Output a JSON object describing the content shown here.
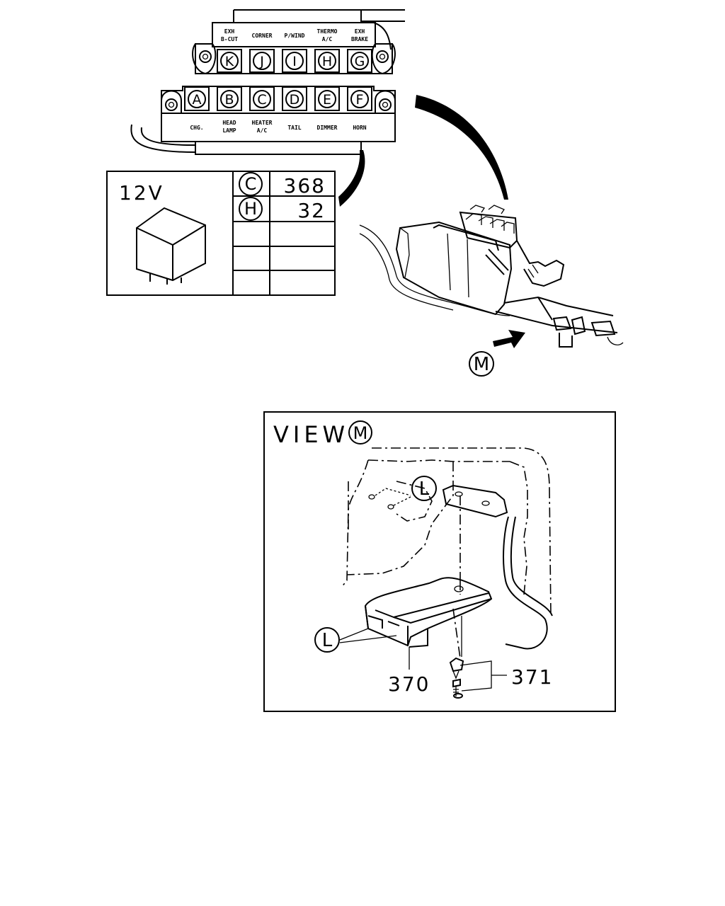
{
  "relay_box": {
    "upper_row": [
      {
        "label_line1": "EXH",
        "label_line2": "B-CUT",
        "letter": "K"
      },
      {
        "label_line1": "CORNER",
        "label_line2": "",
        "letter": "J"
      },
      {
        "label_line1": "P/WIND",
        "label_line2": "",
        "letter": "I"
      },
      {
        "label_line1": "THERMO",
        "label_line2": "A/C",
        "letter": "H"
      },
      {
        "label_line1": "EXH",
        "label_line2": "BRAKE",
        "letter": "G"
      }
    ],
    "lower_row": [
      {
        "label_line1": "CHG.",
        "label_line2": "",
        "letter": "A"
      },
      {
        "label_line1": "HEAD",
        "label_line2": "LAMP",
        "letter": "B"
      },
      {
        "label_line1": "HEATER",
        "label_line2": "A/C",
        "letter": "C"
      },
      {
        "label_line1": "TAIL",
        "label_line2": "",
        "letter": "D"
      },
      {
        "label_line1": "DIMMER",
        "label_line2": "",
        "letter": "E"
      },
      {
        "label_line1": "HORN",
        "label_line2": "",
        "letter": "F"
      }
    ]
  },
  "relay_table": {
    "voltage": "12V",
    "rows": [
      {
        "letter": "C",
        "part": "368"
      },
      {
        "letter": "H",
        "part": "32"
      },
      {
        "letter": "",
        "part": ""
      },
      {
        "letter": "",
        "part": ""
      },
      {
        "letter": "",
        "part": ""
      }
    ]
  },
  "callouts": {
    "view_arrow_letter": "M",
    "view_title_word": "VIEW",
    "view_title_letter": "M",
    "detail_letter_top": "L",
    "detail_letter_bottom": "L",
    "part_bracket": "370",
    "part_bolts": "371"
  }
}
